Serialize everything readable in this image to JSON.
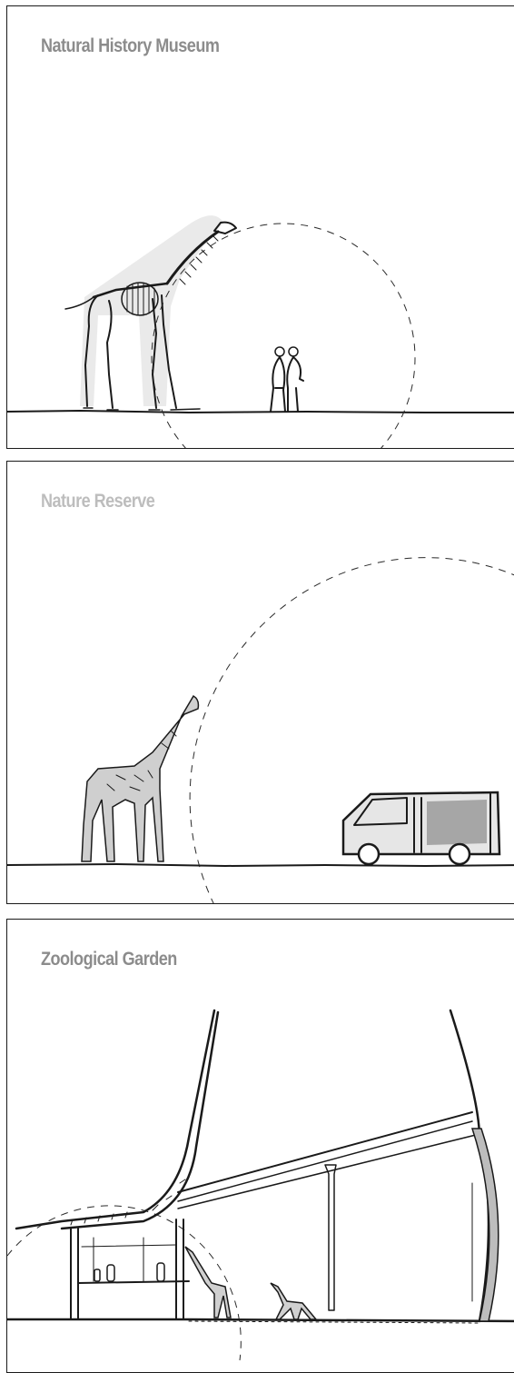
{
  "panels": [
    {
      "title": "Natural History Museum",
      "title_color": "#8c8c8c"
    },
    {
      "title": "Nature Reserve",
      "title_color": "#bdbdbd"
    },
    {
      "title": "Zoological Garden",
      "title_color": "#8c8c8c"
    }
  ],
  "colors": {
    "ink": "#1a1a1a",
    "paper": "#ffffff"
  }
}
